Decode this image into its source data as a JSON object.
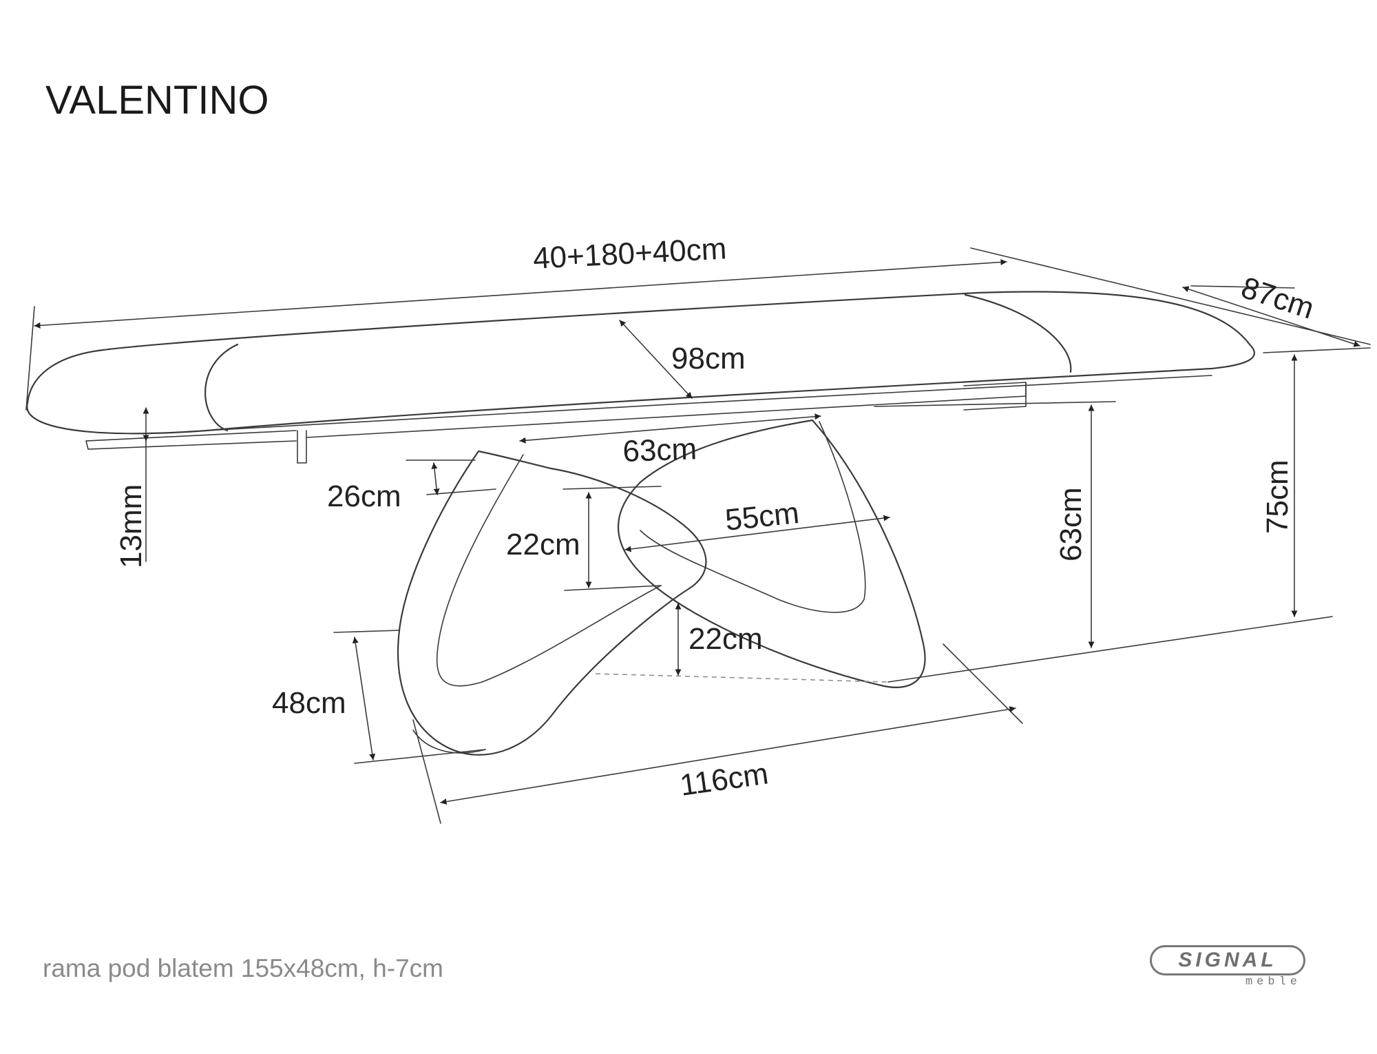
{
  "title": "VALENTINO",
  "footnote": "rama pod blatem 155x48cm, h-7cm",
  "logo": {
    "name": "SIGNAL",
    "sub": "meble",
    "icon": "signal-logo"
  },
  "dimensions": {
    "total_length": "40+180+40cm",
    "depth": "87cm",
    "middle_width": "98cm",
    "thickness": "13mm",
    "base_top_length": "63cm",
    "leg_top_offset": "26cm",
    "inner_loop_height": "22cm",
    "inner_loop_width": "55cm",
    "lower_gap": "22cm",
    "leg_height_front": "48cm",
    "base_length": "116cm",
    "base_height": "63cm",
    "table_height": "75cm"
  }
}
